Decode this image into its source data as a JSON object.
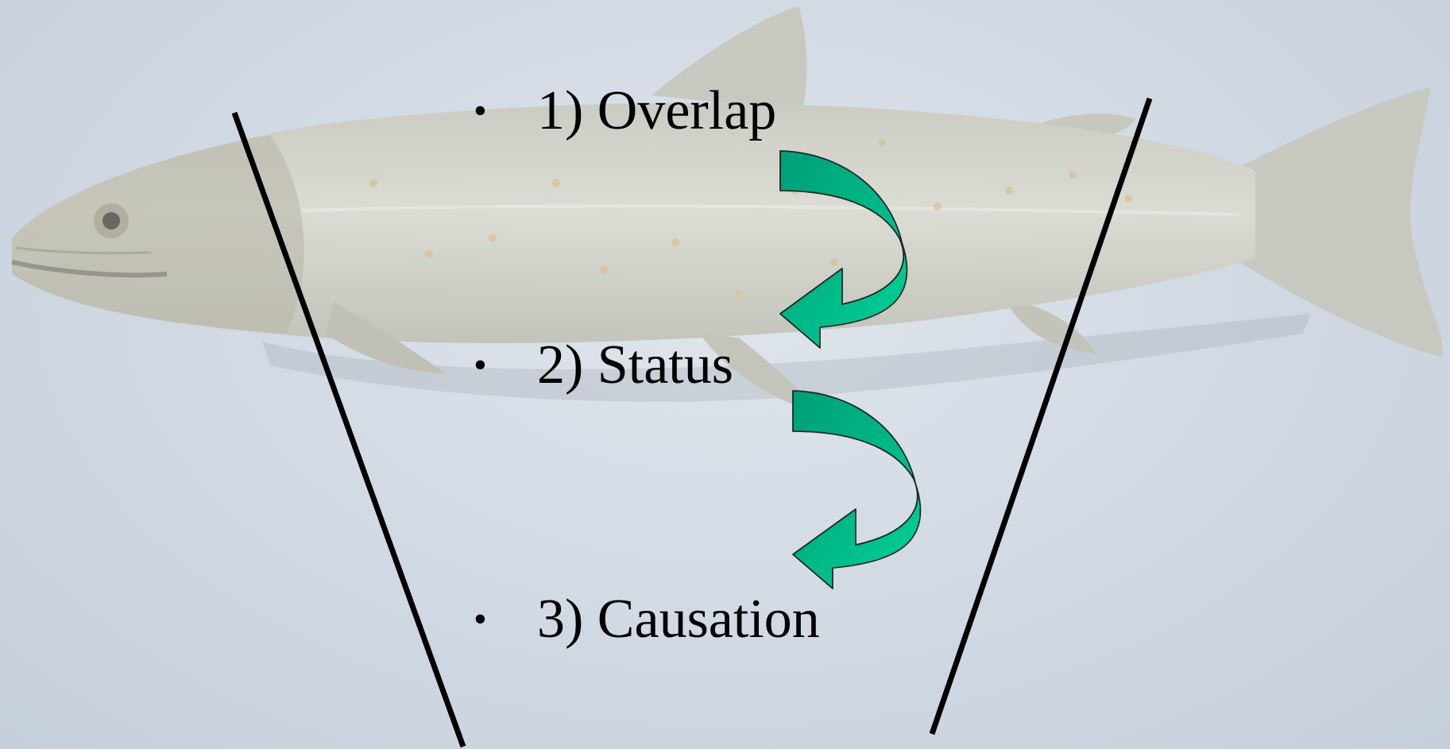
{
  "slide": {
    "background_description": "photo of a fish",
    "accent_color": "#00c690",
    "line_color": "#000000",
    "bullets": [
      {
        "marker": "•",
        "label": "1) Overlap"
      },
      {
        "marker": "•",
        "label": "2) Status"
      },
      {
        "marker": "•",
        "label": "3) Causation"
      }
    ],
    "connectors": [
      {
        "from": 0,
        "to": 1,
        "icon": "curved-arrow-icon"
      },
      {
        "from": 1,
        "to": 2,
        "icon": "curved-arrow-icon"
      }
    ]
  }
}
